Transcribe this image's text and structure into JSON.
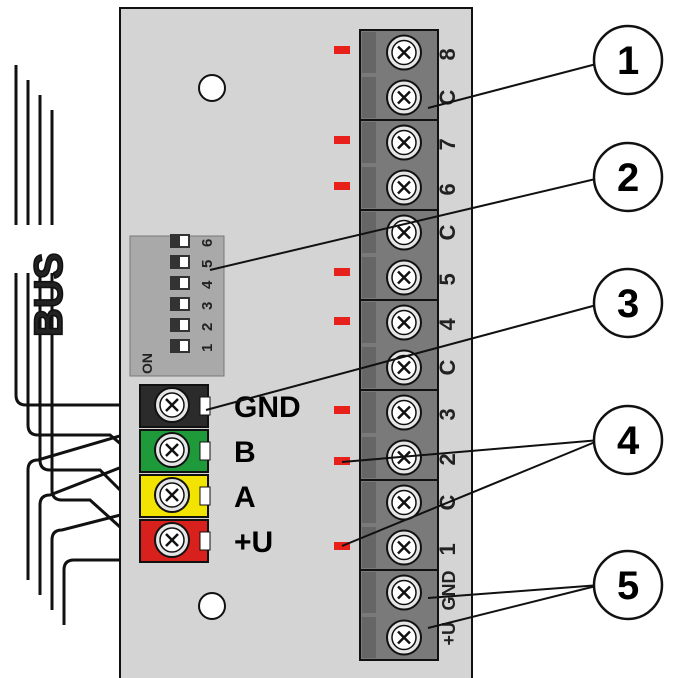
{
  "bus_label": "BUS",
  "dip_switch": {
    "on_label": "ON",
    "switch_numbers": [
      "1",
      "2",
      "3",
      "4",
      "5",
      "6"
    ]
  },
  "bus_terminals": [
    {
      "label": "GND",
      "color": "#2b2b2b"
    },
    {
      "label": "B",
      "color": "#1e9a3a"
    },
    {
      "label": "A",
      "color": "#f2e400"
    },
    {
      "label": "+U",
      "color": "#d8201c"
    }
  ],
  "output_terminals": [
    "8",
    "C",
    "7",
    "6",
    "C",
    "5",
    "4",
    "C",
    "3",
    "2",
    "C",
    "1",
    "GND",
    "+U"
  ],
  "callouts": [
    "1",
    "2",
    "3",
    "4",
    "5"
  ],
  "colors": {
    "board": "#d4d4d4",
    "terminal_block": "#7a7a7a",
    "led": "#e8201c"
  }
}
